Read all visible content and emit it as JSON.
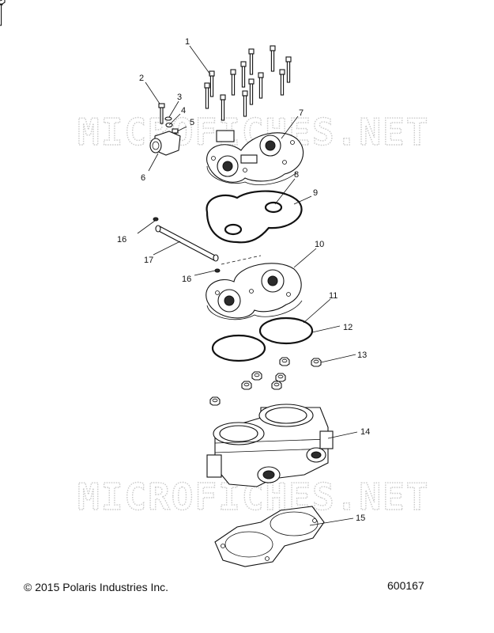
{
  "watermark": "MICROFICHES.NET",
  "footer": {
    "copyright": "© 2015 Polaris Industries Inc.",
    "drawing_number": "600167"
  },
  "callouts": [
    {
      "id": "1",
      "label": "1"
    },
    {
      "id": "2",
      "label": "2"
    },
    {
      "id": "3",
      "label": "3"
    },
    {
      "id": "4",
      "label": "4"
    },
    {
      "id": "5",
      "label": "5"
    },
    {
      "id": "6",
      "label": "6"
    },
    {
      "id": "7",
      "label": "7"
    },
    {
      "id": "8",
      "label": "8"
    },
    {
      "id": "9",
      "label": "9"
    },
    {
      "id": "16a",
      "label": "16"
    },
    {
      "id": "17",
      "label": "17"
    },
    {
      "id": "16b",
      "label": "16"
    },
    {
      "id": "10",
      "label": "10"
    },
    {
      "id": "11",
      "label": "11"
    },
    {
      "id": "12",
      "label": "12"
    },
    {
      "id": "13",
      "label": "13"
    },
    {
      "id": "14",
      "label": "14"
    },
    {
      "id": "15",
      "label": "15"
    }
  ]
}
